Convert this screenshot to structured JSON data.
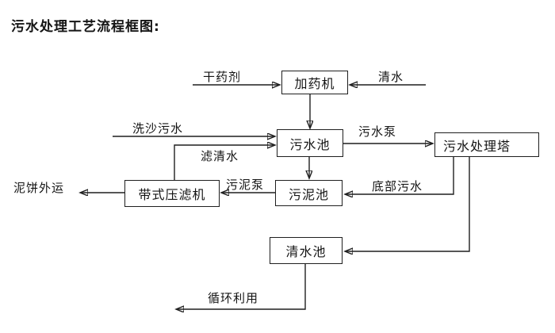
{
  "title": "污水处理工艺流程框图:",
  "colors": {
    "line": "#1f1f1f",
    "text": "#141414",
    "background": "#ffffff"
  },
  "nodes": {
    "dosing_machine": {
      "label": "加药机"
    },
    "sewage_pool": {
      "label": "污水池"
    },
    "treatment_tower": {
      "label": "污水处理塔"
    },
    "sludge_pool": {
      "label": "污泥池"
    },
    "belt_filter_press": {
      "label": "带式压滤机"
    },
    "clean_water_pool": {
      "label": "清水池"
    }
  },
  "flows": {
    "dry_chemical": {
      "label": "干药剂",
      "from": "external",
      "to": "dosing_machine"
    },
    "clean_water_in": {
      "label": "清水",
      "from": "external",
      "to": "dosing_machine"
    },
    "dosing_to_sewage": {
      "label": "",
      "from": "dosing_machine",
      "to": "sewage_pool"
    },
    "sand_washing_sewage": {
      "label": "洗沙污水",
      "from": "external",
      "to": "sewage_pool"
    },
    "filtered_water": {
      "label": "滤清水",
      "from": "belt_filter_press",
      "to": "sewage_pool"
    },
    "sewage_pump": {
      "label": "污水泵",
      "from": "sewage_pool",
      "to": "treatment_tower"
    },
    "sewage_to_sludge": {
      "label": "",
      "from": "sewage_pool",
      "to": "sludge_pool"
    },
    "bottom_sewage": {
      "label": "底部污水",
      "from": "treatment_tower",
      "to": "sludge_pool"
    },
    "sludge_pump": {
      "label": "污泥泵",
      "from": "sludge_pool",
      "to": "belt_filter_press"
    },
    "mud_cake_out": {
      "label": "泥饼外运",
      "from": "belt_filter_press",
      "to": "external"
    },
    "tower_to_clean": {
      "label": "",
      "from": "treatment_tower",
      "to": "clean_water_pool"
    },
    "recycle": {
      "label": "循环利用",
      "from": "clean_water_pool",
      "to": "external"
    }
  }
}
